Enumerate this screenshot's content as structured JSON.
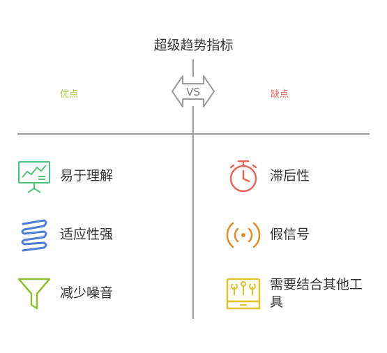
{
  "title": "超级趋势指标",
  "vs_label": "VS",
  "pros": {
    "label": "优点",
    "items": [
      {
        "text": "易于理解",
        "icon": "presentation-chart-icon"
      },
      {
        "text": "适应性强",
        "icon": "spring-icon"
      },
      {
        "text": "减少噪音",
        "icon": "funnel-filter-icon"
      }
    ]
  },
  "cons": {
    "label": "缺点",
    "items": [
      {
        "text": "滞后性",
        "icon": "stopwatch-icon"
      },
      {
        "text": "假信号",
        "icon": "signal-broadcast-icon"
      },
      {
        "text": "需要结合其他工具",
        "icon": "toolbox-icon"
      }
    ]
  },
  "colors": {
    "pros_accent": "#a8cd3f",
    "cons_accent": "#e0675a",
    "line": "#9a9a9a",
    "icon_green": "#4fc27a",
    "icon_blue": "#4a7fd8",
    "icon_lime": "#8fbf3a",
    "icon_red": "#e0675a",
    "icon_orange": "#e08a2e",
    "icon_yellow": "#e0c22a"
  }
}
